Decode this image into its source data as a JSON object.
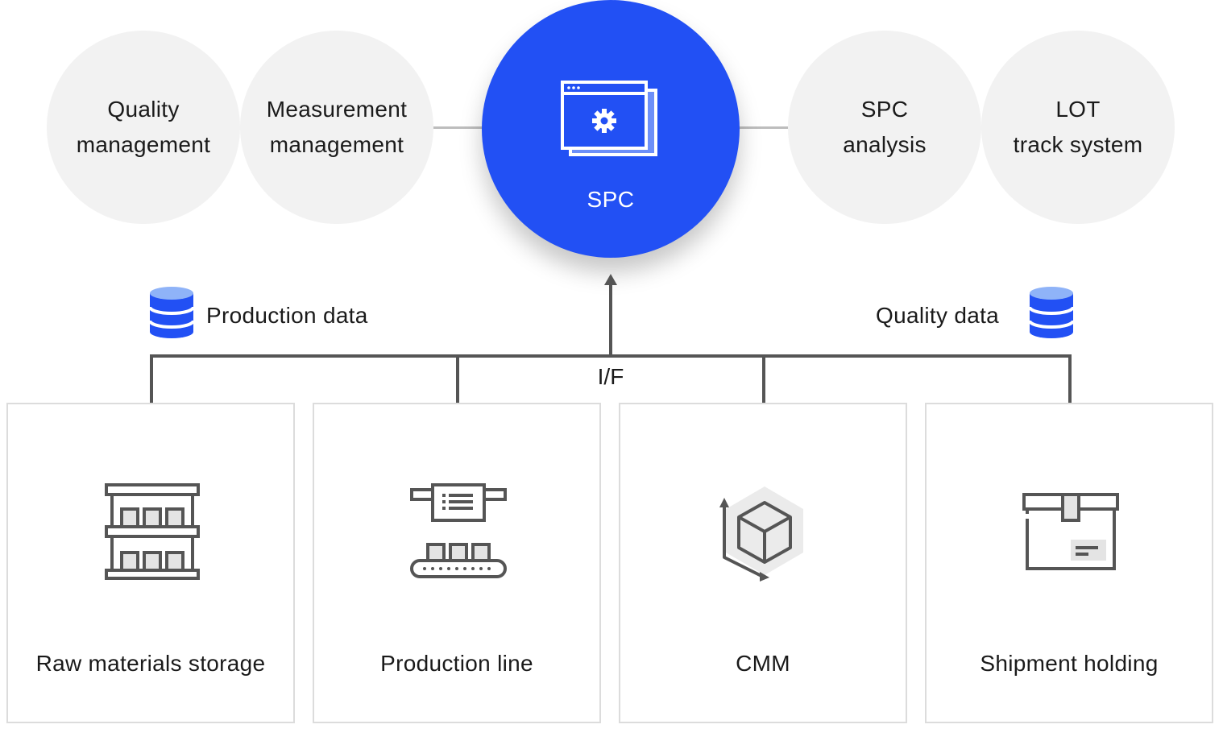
{
  "top_modules": {
    "quality_management": [
      "Quality",
      "management"
    ],
    "measurement_management": [
      "Measurement",
      "management"
    ],
    "spc_analysis": [
      "SPC",
      "analysis"
    ],
    "lot_track_system": [
      "LOT",
      "track system"
    ]
  },
  "center": {
    "label": "SPC",
    "color": "#2250f4",
    "icon": "window-gear-icon"
  },
  "data_sources": {
    "production_data": "Production data",
    "quality_data": "Quality data",
    "icon": "database-icon"
  },
  "interface_label": "I/F",
  "sites": [
    {
      "label": "Raw materials storage",
      "icon": "warehouse-shelf-icon"
    },
    {
      "label": "Production line",
      "icon": "conveyor-belt-icon"
    },
    {
      "label": "CMM",
      "icon": "rotating-cube-icon"
    },
    {
      "label": "Shipment holding",
      "icon": "package-box-icon"
    }
  ],
  "colors": {
    "accent": "#2250f4",
    "light_accent": "#8fb3f8",
    "line": "#555555",
    "circle": "#f2f2f2"
  }
}
